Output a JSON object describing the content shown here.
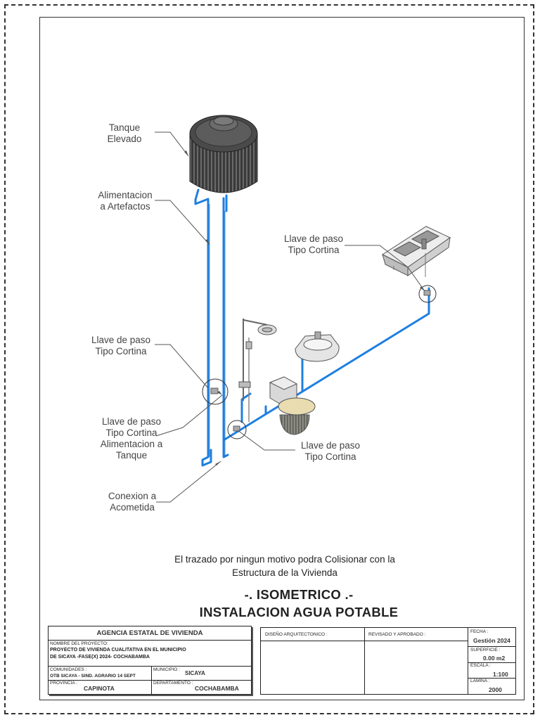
{
  "labels": {
    "tanque": [
      "Tanque",
      "Elevado"
    ],
    "alimentacion": [
      "Alimentacion",
      "a Artefactos"
    ],
    "llave_sink": [
      "Llave de paso",
      "Tipo Cortina"
    ],
    "llave_left": [
      "Llave de paso",
      "Tipo Cortina"
    ],
    "llave_tanque": [
      "Llave de paso",
      "Tipo Cortina",
      "Alimentacion a",
      "Tanque"
    ],
    "llave_bottom": [
      "Llave de paso",
      "Tipo Cortina"
    ],
    "conexion": [
      "Conexion a",
      "Acometida"
    ]
  },
  "note": [
    "El trazado por ningun motivo podra Colisionar con la",
    "Estructura de la Vivienda"
  ],
  "titles": {
    "line1": "-. ISOMETRICO .-",
    "line2": "INSTALACION AGUA POTABLE"
  },
  "title_block": {
    "agency": "AGENCIA ESTATAL DE VIVIENDA",
    "project_label": "NOMBRE DEL PROYECTO:",
    "project_line1": "PROYECTO DE VIVIENDA CUALITATIVA EN EL MUNICIPIO",
    "project_line2": "DE SICAYA -FASE(X) 2024- COCHABAMBA",
    "comunidades_label": "COMUNIDADES :",
    "comunidades_value": "OTB SICAYA - SIND. AGRARIO 14 SEPT",
    "municipio_label": "MUNICIPIO :",
    "municipio_value": "SICAYA",
    "provincia_label": "PROVINCIA :",
    "provincia_value": "CAPINOTA",
    "departamento_label": "DEPARTAMENTO :",
    "departamento_value": "COCHABAMBA",
    "diseno_label": "DISEÑO ARQUITECTONICO :",
    "revisado_label": "REVISADO Y APROBADO :",
    "fecha_label": "FECHA :",
    "fecha_value": "Gestión 2024",
    "superficie_label": "SUPERFICIE :",
    "superficie_value": "0.00 m2",
    "escala_label": "ESCALA :",
    "escala_value": "1:100",
    "lamina_label": "LAMINA :",
    "lamina_value": "2000"
  },
  "colors": {
    "pipe": "#1e7fe0",
    "pipe_dark": "#0d5bb0",
    "line": "#555555"
  }
}
